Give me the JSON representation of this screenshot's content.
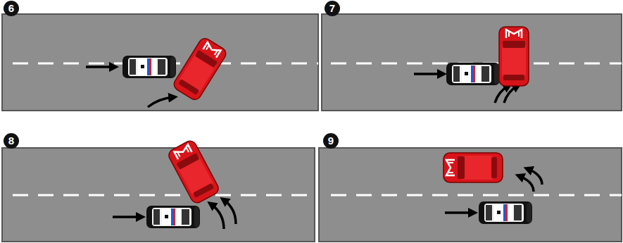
{
  "diagram": {
    "labels": [
      "6",
      "7",
      "8",
      "9"
    ]
  }
}
